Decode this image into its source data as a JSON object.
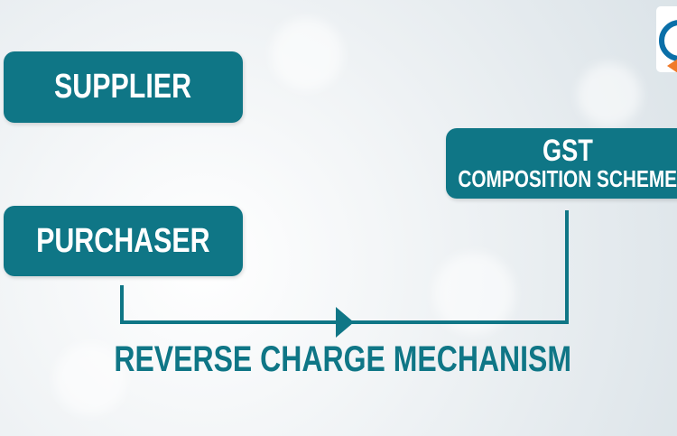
{
  "nodes": {
    "supplier": "SUPPLIER",
    "purchaser": "PURCHASER",
    "gst_title": "GST",
    "gst_subtitle": "COMPOSITION SCHEME"
  },
  "flow_label": "REVERSE CHARGE MECHANISM",
  "colors": {
    "box": "#0f7686",
    "logo_blue": "#0a6fa8",
    "logo_orange": "#f07a2a"
  },
  "icons": {
    "logo": "brand-logo-icon",
    "arrow": "arrow-right-icon"
  }
}
